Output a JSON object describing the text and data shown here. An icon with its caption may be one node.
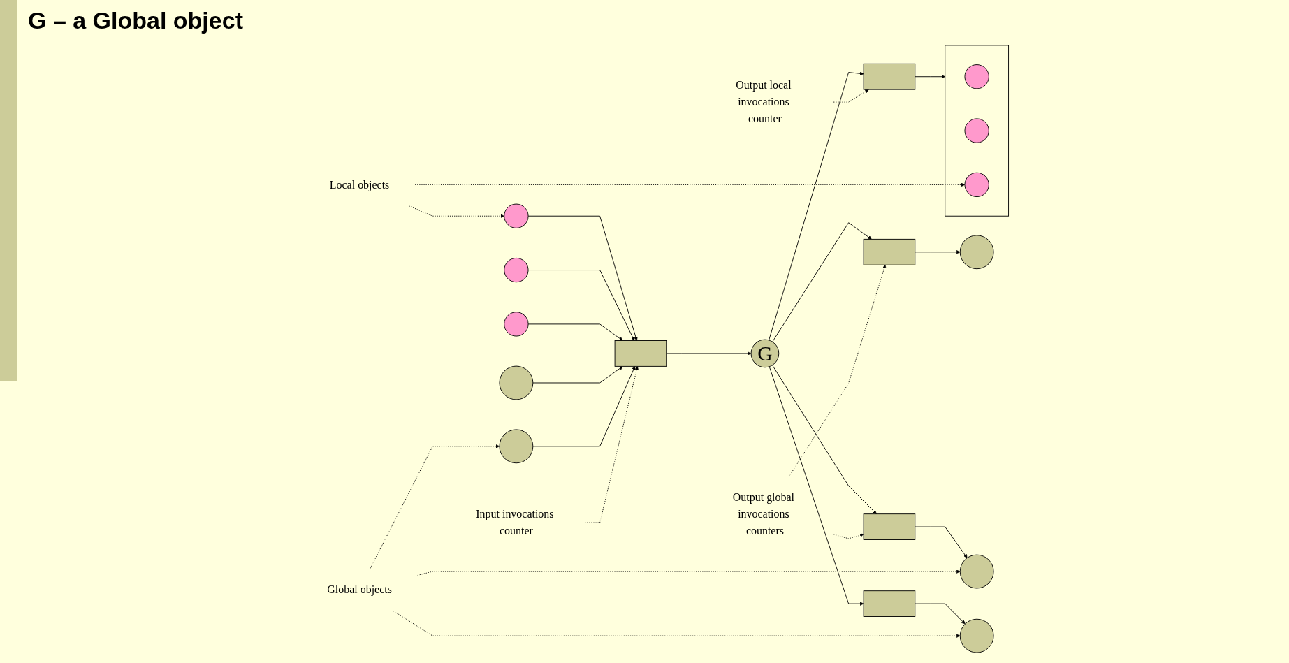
{
  "diagram": {
    "title": "G – a Global object",
    "nodes": [
      {
        "text": [
          "Output local invocations counter"
        ]
      },
      {
        "text": [
          "Output global invocations counters"
        ]
      },
      {
        "text": [],
        "shape": "box"
      },
      {
        "text": [],
        "shape": "circle",
        "in": 2
      },
      {
        "text": [],
        "shape": "circle",
        "in": 2
      },
      {
        "text": [],
        "shape": "circle",
        "in": 2
      },
      {
        "text": [],
        "shape": "box"
      },
      {
        "text": [
          "G"
        ]
      },
      {
        "text": [],
        "shape": "box"
      },
      {
        "text": [],
        "shape": "box"
      },
      {
        "text": [],
        "shape": "box"
      },
      {
        "text": [],
        "shape": "circle"
      },
      {
        "text": [],
        "shape": "circle"
      },
      {
        "text": [],
        "shape": "circle"
      },
      {
        "text": [],
        "shape": "box"
      },
      {
        "text": [
          "Input invocations counter"
        ]
      },
      {
        "text": [
          "Local objects"
        ]
      },
      {
        "text": [
          "Global objects"
        ]
      },
      {
        "text": [],
        "shape": "circle"
      },
      {
        "text": [],
        "shape": "circle"
      },
      {
        "text": [],
        "shape": "circle"
      },
      {
        "text": [],
        "shape": "circle"
      },
      {
        "text": [],
        "shape": "circle"
      }
    ],
    "edges": [
      {
        "from": 7,
        "to": 6,
        "arrow": "to"
      },
      {
        "from": 6,
        "to": 2,
        "arrow": "to"
      },
      {
        "from": 7,
        "to": 8,
        "arrow": "to"
      },
      {
        "from": 7,
        "to": 9,
        "arrow": "to"
      },
      {
        "from": 7,
        "to": 10,
        "arrow": "to"
      },
      {
        "from": 8,
        "to": 11,
        "arrow": "to"
      },
      {
        "from": 9,
        "to": 12,
        "arrow": "to"
      },
      {
        "from": 10,
        "to": 13,
        "arrow": "to"
      },
      {
        "from": 14,
        "to": 7,
        "arrow": "to"
      },
      {
        "from": 18,
        "to": 14,
        "arrow": "to"
      },
      {
        "from": 19,
        "to": 14,
        "arrow": "to"
      },
      {
        "from": 20,
        "to": 14,
        "arrow": "to"
      },
      {
        "from": 21,
        "to": 14,
        "arrow": "to"
      },
      {
        "from": 22,
        "to": 14,
        "arrow": "to"
      },
      {
        "from": 0,
        "to": 6,
        "arrow": "to",
        "style": "dashed"
      },
      {
        "from": 1,
        "to": 8,
        "arrow": "to",
        "style": "dashed"
      },
      {
        "from": 1,
        "to": 9,
        "arrow": "to",
        "style": "dashed"
      },
      {
        "from": 15,
        "to": 14,
        "arrow": "to",
        "style": "dashed"
      },
      {
        "from": 16,
        "to": 5,
        "arrow": "to",
        "style": "dashed"
      },
      {
        "from": 16,
        "to": 18,
        "arrow": "to",
        "style": "dashed"
      },
      {
        "from": 17,
        "to": 12,
        "arrow": "to",
        "style": "dashed"
      },
      {
        "from": 17,
        "to": 13,
        "arrow": "to",
        "style": "dashed"
      },
      {
        "from": 17,
        "to": 22,
        "arrow": "to",
        "style": "dashed"
      }
    ]
  }
}
